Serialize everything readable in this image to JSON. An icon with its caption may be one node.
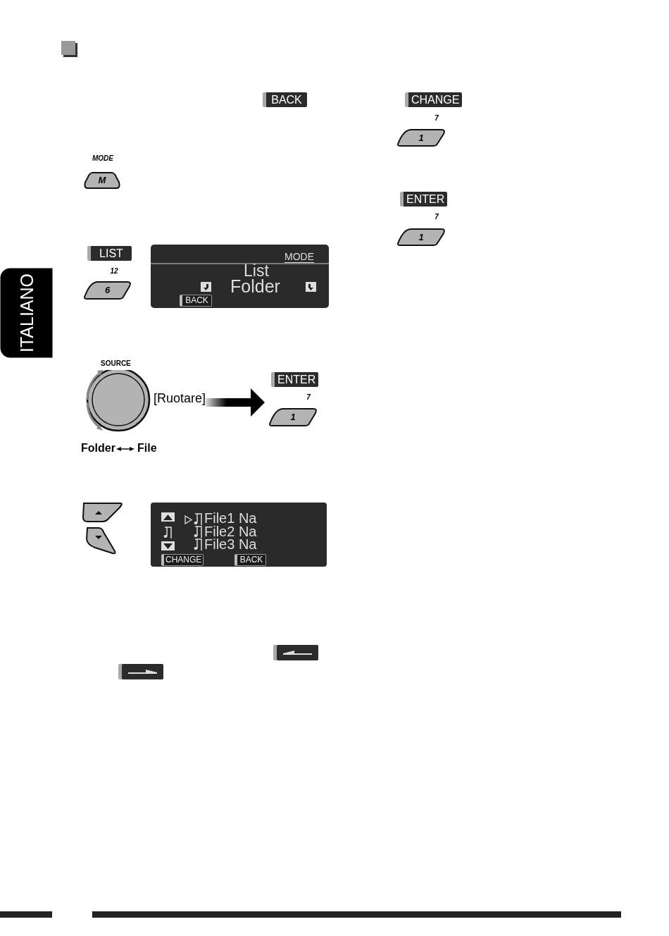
{
  "diagram": {
    "nodes": [
      {
        "text": [
          "M"
        ]
      },
      {
        "text": [
          "6"
        ]
      },
      {
        "text": [],
        "shape": "circle",
        "beside": [
          "SOURCE",
          "[Ruotare]"
        ]
      },
      {
        "text": [
          "ENTER",
          "7",
          "1"
        ]
      },
      {
        "text": [
          "1"
        ]
      },
      {
        "text": [
          "1"
        ]
      }
    ],
    "edges": [
      {
        "from": 2,
        "to": 3,
        "arrow": "to",
        "style": "thick"
      }
    ],
    "labels": [
      "BACK",
      "MODE",
      "LIST",
      "12",
      "MODE",
      "List",
      "Folder",
      "BACK",
      "Folder",
      "File",
      "File1 Na",
      "File2 Na",
      "File3 Na",
      "CHANGE",
      "BACK",
      "CHANGE",
      "7",
      "ENTER",
      "7",
      "ITALIANO"
    ]
  }
}
